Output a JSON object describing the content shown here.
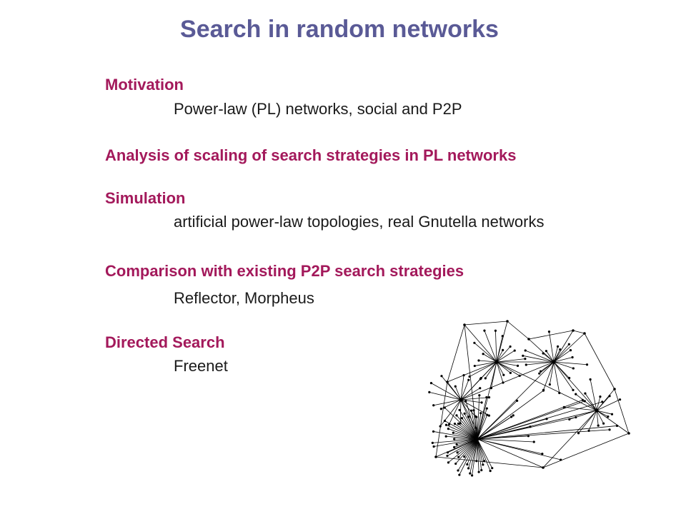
{
  "slide": {
    "title": "Search in random networks",
    "sections": [
      {
        "heading": "Motivation",
        "text": "Power-law (PL) networks, social and P2P"
      },
      {
        "heading": "Analysis of scaling of search strategies in PL networks"
      },
      {
        "heading": "Simulation",
        "text": "artificial power-law topologies, real Gnutella networks"
      },
      {
        "heading": "Comparison with existing P2P search strategies",
        "text": "Reflector, Morpheus"
      },
      {
        "heading": "Directed Search",
        "text": "Freenet"
      }
    ]
  },
  "colors": {
    "title": "#5a5a96",
    "heading": "#a3195b",
    "body_text": "#1a1a1a"
  },
  "illustration": {
    "name": "power-law network graph",
    "hub_count": 5,
    "leaf_node_count": 120
  }
}
